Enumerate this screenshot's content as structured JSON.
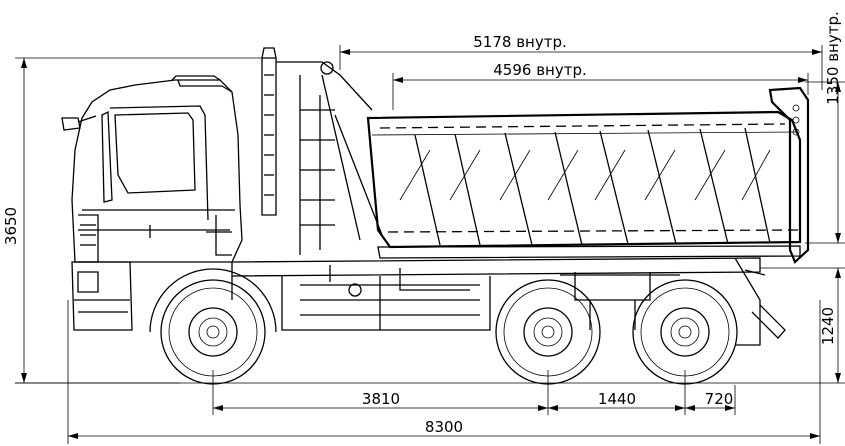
{
  "dimensions": {
    "body_inner_length_upper": "5178 внутр.",
    "body_inner_length_lower": "4596 внутр.",
    "body_inner_height": "1350 внутр.",
    "overall_height": "3650",
    "platform_height": "1240",
    "wheelbase_front": "3810",
    "wheelbase_rear": "1440",
    "rear_overhang": "720",
    "overall_length": "8300"
  },
  "colors": {
    "line": "#000000",
    "background": "#ffffff"
  }
}
